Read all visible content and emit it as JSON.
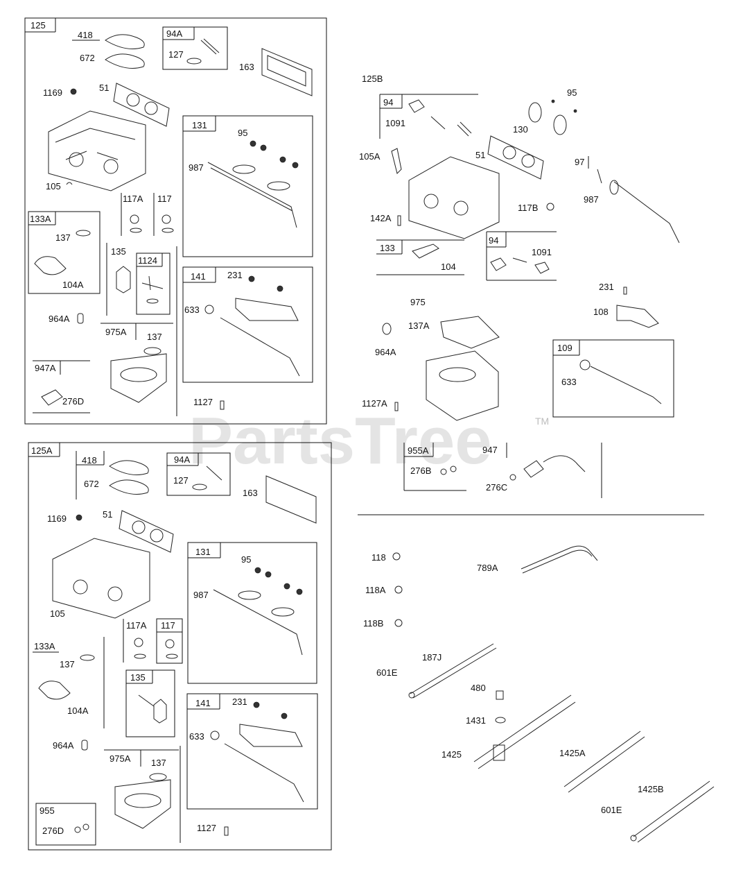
{
  "watermark": {
    "text": "PartsTree",
    "tm": "TM"
  },
  "groups": {
    "g125": "125",
    "g125A": "125A",
    "g125B": "125B"
  },
  "labels": {
    "a418": "418",
    "a672": "672",
    "a94A": "94A",
    "a127": "127",
    "a163": "163",
    "a1169": "1169",
    "a51": "51",
    "a131": "131",
    "a95": "95",
    "a987": "987",
    "a105": "105",
    "a133A": "133A",
    "a117A": "117A",
    "a117": "117",
    "a137": "137",
    "a135": "135",
    "a1124": "1124",
    "a104A": "104A",
    "a141": "141",
    "a231": "231",
    "a633": "633",
    "a964A": "964A",
    "a975A": "975A",
    "a137b": "137",
    "a947A": "947A",
    "a276D": "276D",
    "a1127": "1127",
    "b418": "418",
    "b672": "672",
    "b94A": "94A",
    "b127": "127",
    "b163": "163",
    "b1169": "1169",
    "b51": "51",
    "b131": "131",
    "b95": "95",
    "b987": "987",
    "b105": "105",
    "b117A": "117A",
    "b117": "117",
    "b133A": "133A",
    "b137": "137",
    "b135": "135",
    "b104A": "104A",
    "b141": "141",
    "b231": "231",
    "b633": "633",
    "b964A": "964A",
    "b975A": "975A",
    "b137b": "137",
    "b955": "955",
    "b276D": "276D",
    "b1127": "1127",
    "c94": "94",
    "c1091": "1091",
    "c95": "95",
    "c130": "130",
    "c105A": "105A",
    "c51": "51",
    "c97": "97",
    "c987": "987",
    "c117B": "117B",
    "c142A": "142A",
    "c133": "133",
    "c104": "104",
    "c94b": "94",
    "c1091b": "1091",
    "c975": "975",
    "c231": "231",
    "c108": "108",
    "c137A": "137A",
    "c964A": "964A",
    "c109": "109",
    "c633": "633",
    "c1127A": "1127A",
    "c955A": "955A",
    "c947": "947",
    "c276B": "276B",
    "c276C": "276C",
    "d118": "118",
    "d789A": "789A",
    "d118A": "118A",
    "d118B": "118B",
    "d187J": "187J",
    "d601E": "601E",
    "d480": "480",
    "d1431": "1431",
    "d1425": "1425",
    "d1425A": "1425A",
    "d1425B": "1425B",
    "d601Eb": "601E"
  }
}
